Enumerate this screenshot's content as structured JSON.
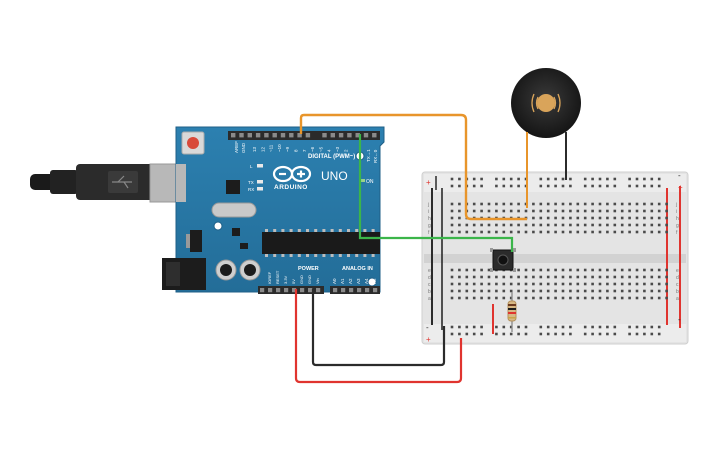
{
  "board": {
    "labels": {
      "aref": "AREF",
      "gnd": "GND",
      "digital": "DIGITAL (PWM~)",
      "logo": "ARDUINO",
      "model": "UNO",
      "on": "ON",
      "l": "L",
      "tx": "TX",
      "rx": "RX",
      "power": "POWER",
      "analog": "ANALOG IN",
      "txd": "TX→1",
      "rxd": "RX←0"
    },
    "digital_pins": [
      "13",
      "12",
      "~11",
      "~10",
      "~9",
      "8",
      "7",
      "~6",
      "~5",
      "4",
      "~3",
      "2"
    ],
    "power_pins": [
      "IOREF",
      "RESET",
      "3.3V",
      "5V",
      "GND",
      "GND",
      "Vin"
    ],
    "analog_pins": [
      "A0",
      "A1",
      "A2",
      "A3",
      "A4",
      "A5"
    ]
  },
  "breadboard": {
    "row_letters_top": [
      "j",
      "i",
      "h",
      "g",
      "f"
    ],
    "row_letters_bottom": [
      "e",
      "d",
      "c",
      "b",
      "a"
    ],
    "rail_plus": "+",
    "rail_minus": "-",
    "column_count": 30
  },
  "components": {
    "usb_cable": "usb-b-cable",
    "piezo": "piezo-buzzer",
    "button": "pushbutton",
    "resistor": "resistor"
  },
  "colors": {
    "board": "#2a7aa8",
    "board_dark": "#1f5f87",
    "wire_orange": "#e8952b",
    "wire_green": "#3bb54a",
    "wire_red": "#e0342f",
    "wire_black": "#2b2b2b",
    "breadboard": "#e6e6e6",
    "rail_red": "#e0342f",
    "rail_black": "#2b2b2b"
  }
}
